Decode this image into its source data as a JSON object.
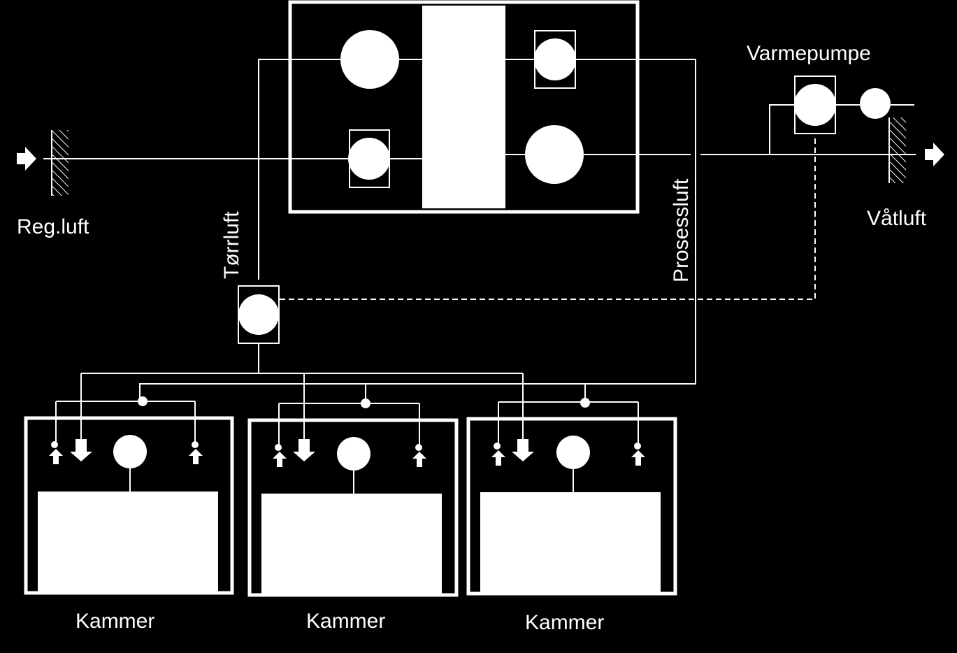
{
  "labels": {
    "reg_luft": "Reg.luft",
    "tor_luft": "Tørrluft",
    "prosessluft": "Prosessluft",
    "varmepumpe": "Varmepumpe",
    "vat_luft": "Våtluft",
    "chamber_1": "Kammer",
    "chamber_2": "Kammer",
    "chamber_3": "Kammer"
  },
  "colors": {
    "background": "#000000",
    "foreground": "#ffffff"
  }
}
